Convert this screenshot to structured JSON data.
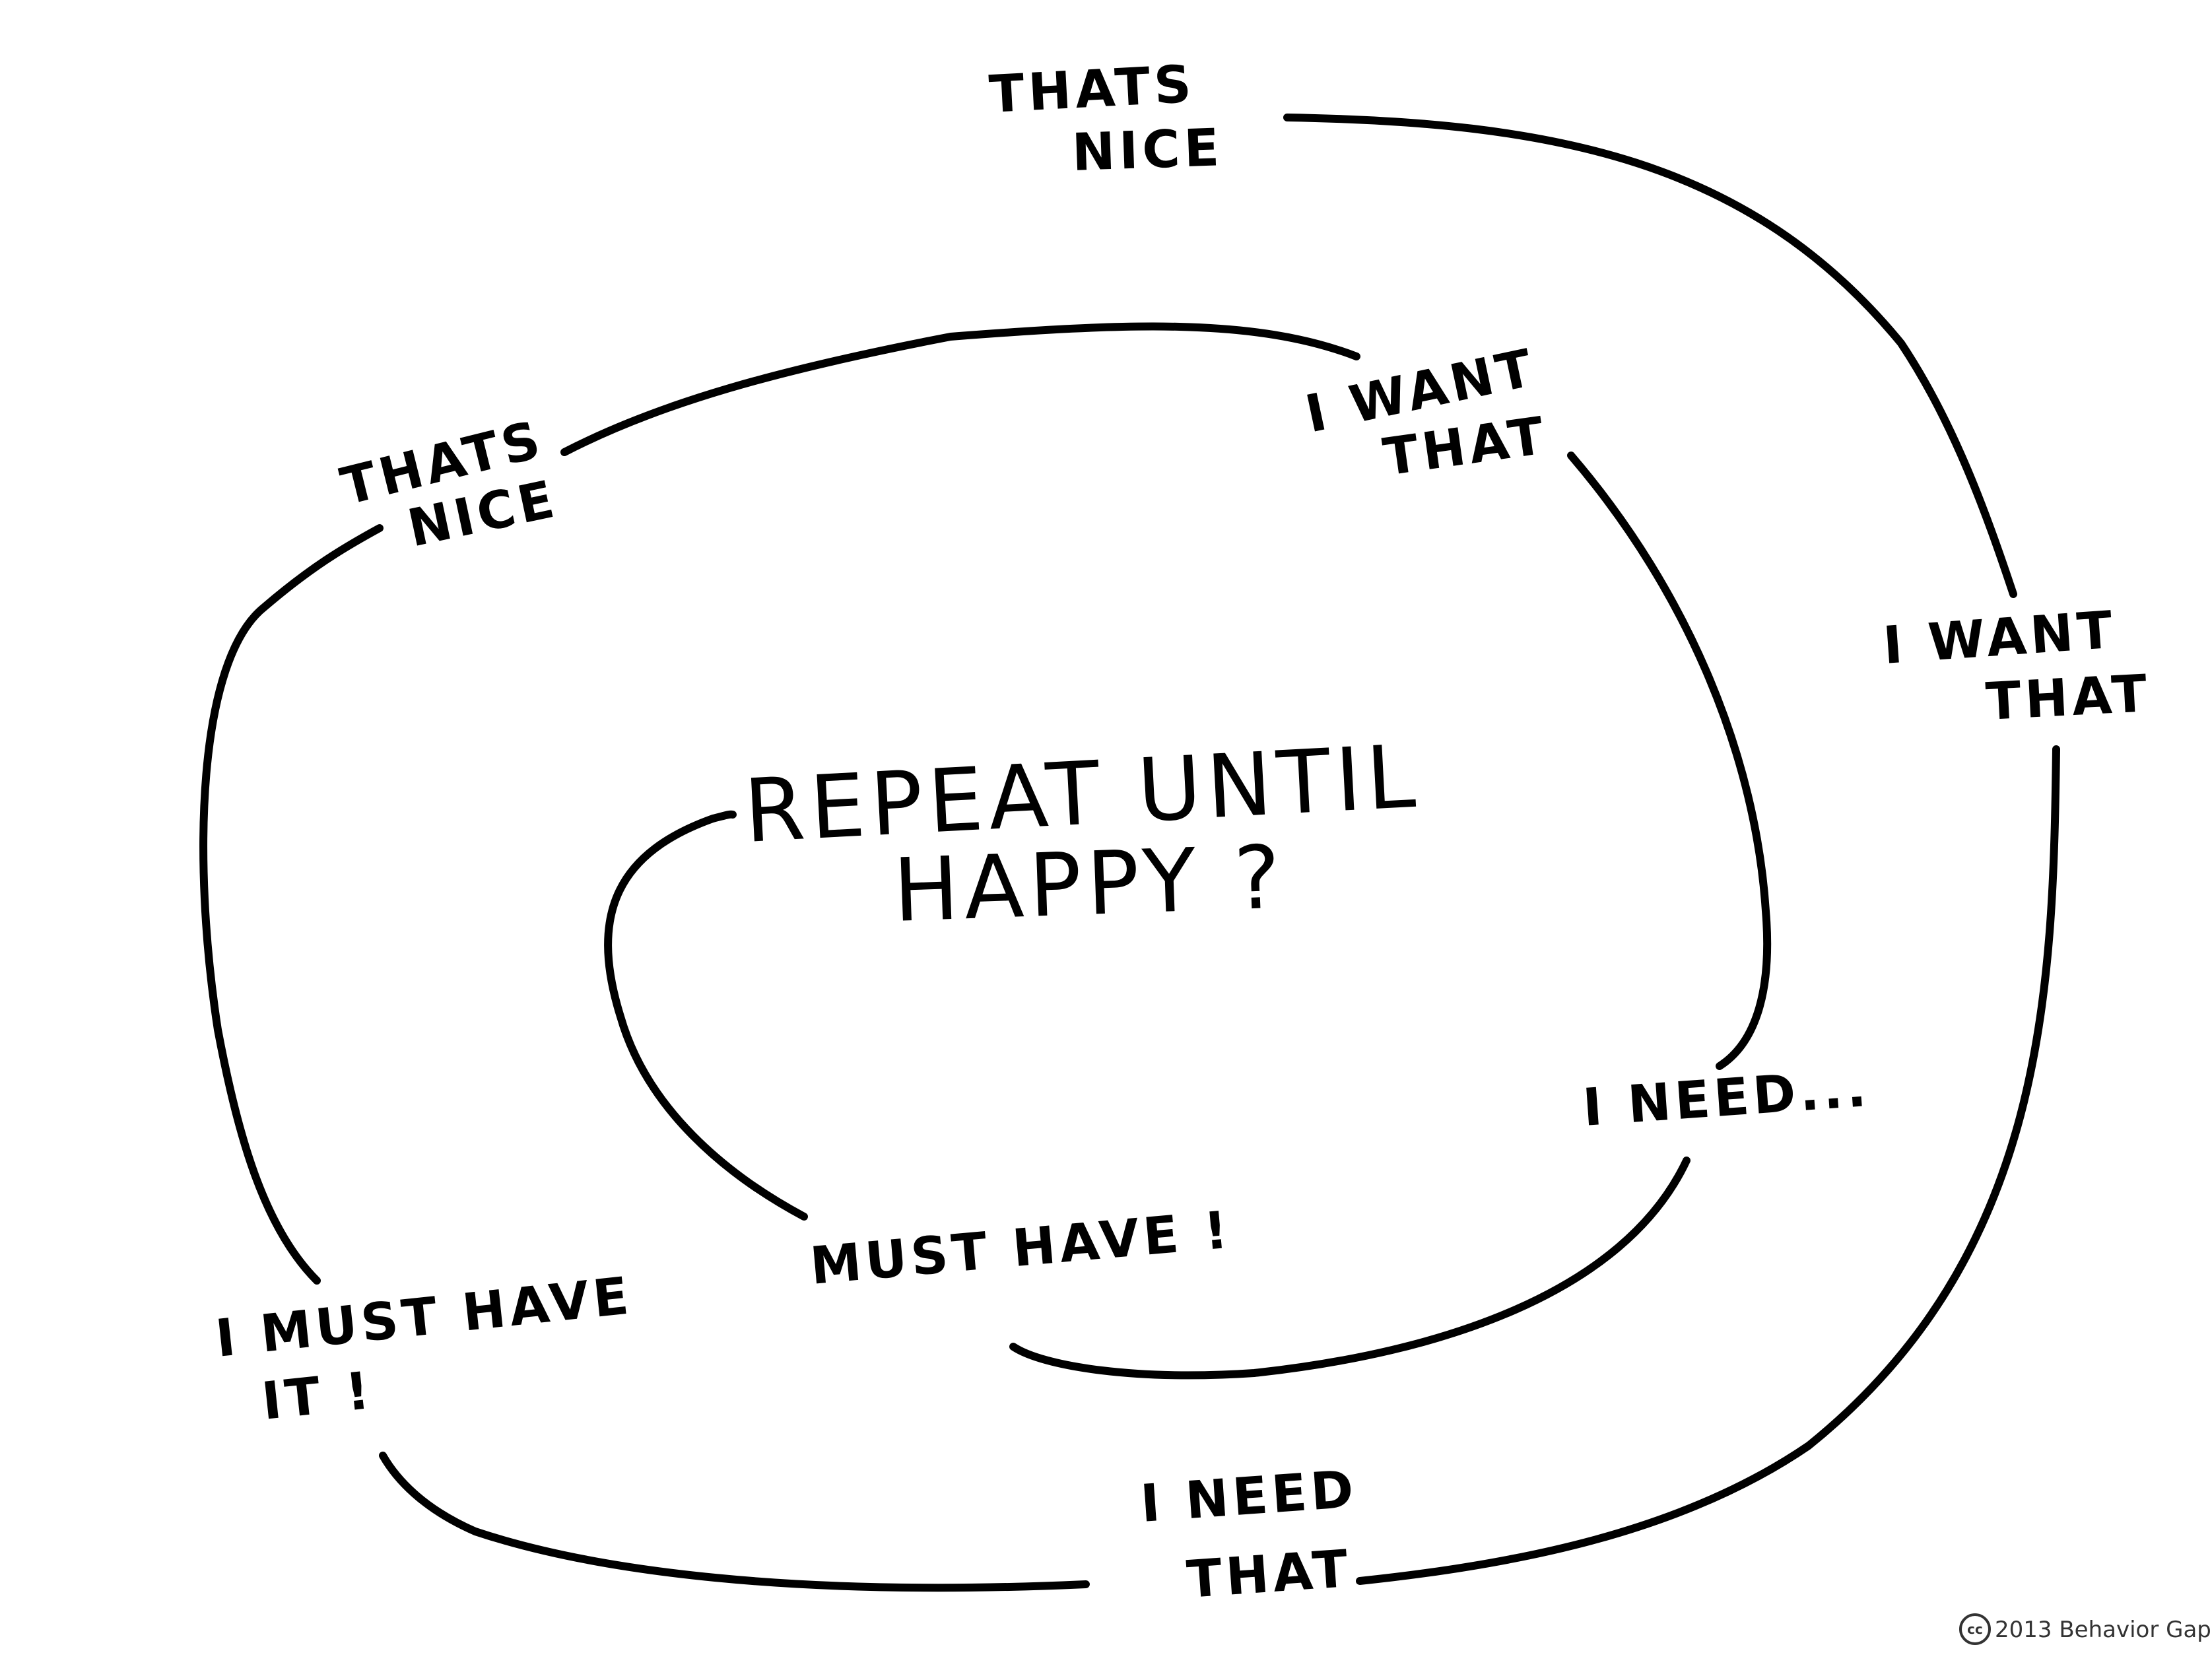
{
  "labels": {
    "outer_thats_nice_1": "THATS",
    "outer_thats_nice_2": "NICE",
    "outer_want_1": "I WANT",
    "outer_want_2": "THAT",
    "outer_need_1": "I NEED",
    "outer_need_2": "THAT",
    "outer_must_1": "I MUST HAVE",
    "outer_must_2": "IT !",
    "mid_thats_nice_1": "THATS",
    "mid_thats_nice_2": "NICE",
    "mid_want_1": "I WANT",
    "mid_want_2": "THAT",
    "mid_need": "I NEED...",
    "inner_must": "MUST HAVE !",
    "center_1": "REPEAT UNTIL",
    "center_2": "HAPPY ?"
  },
  "footer": {
    "cc_symbol": "cc",
    "credit": "2013 Behavior Gap"
  },
  "colors": {
    "ink": "#000000",
    "background": "#ffffff"
  }
}
